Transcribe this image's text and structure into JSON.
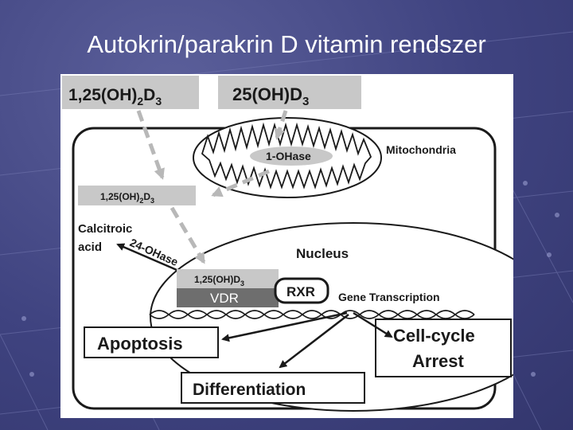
{
  "slide": {
    "title": "Autokrin/parakrin D vitamin rendszer"
  },
  "diagram": {
    "hormone_box_main": "1,25(OH)",
    "hormone_box_main_sub1": "2",
    "hormone_box_main_tail": "D",
    "hormone_box_main_sub2": "3",
    "precursor_box_main": "25(OH)D",
    "precursor_box_main_sub": "3",
    "enzyme_1ohase": "1-OHase",
    "mitochondria_label": "Mitochondria",
    "hormone_box_cyto": "1,25(OH)",
    "hormone_box_cyto_sub1": "2",
    "hormone_box_cyto_tail": "D",
    "hormone_box_cyto_sub2": "3",
    "calcitroic_line1": "Calcitroic",
    "calcitroic_line2": "acid",
    "enzyme_24ohase": "24-OHase",
    "nucleus_label": "Nucleus",
    "hormone_box_nuclear": "1,25(OH)D",
    "hormone_box_nuclear_sub": "3",
    "vdr_label": "VDR",
    "rxr_label": "RXR",
    "gene_transcription_label": "Gene Transcription",
    "apoptosis_label": "Apoptosis",
    "cell_cycle_line1": "Cell-cycle",
    "cell_cycle_line2": "Arrest",
    "differentiation_label": "Differentiation"
  },
  "colors": {
    "background": "#3f4380",
    "panel": "#ffffff",
    "gray_box": "#c8c8c8",
    "vdr_fill": "#6e6e6e",
    "ink": "#1a1a1a",
    "dashed_arrow": "#b8b8b8"
  }
}
